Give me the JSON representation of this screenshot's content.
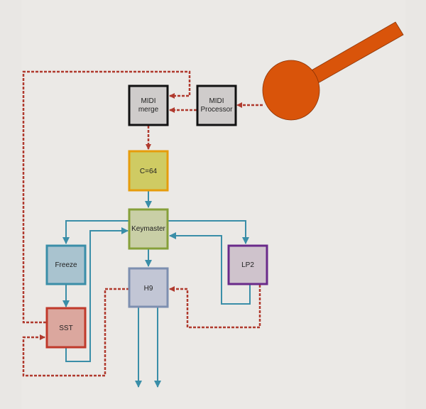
{
  "nodes": {
    "midi_merge": {
      "line1": "MIDI",
      "line2": "merge"
    },
    "midi_processor": {
      "line1": "MIDI",
      "line2": "Processor"
    },
    "c64": {
      "label": "C=64"
    },
    "keymaster": {
      "label": "Keymaster"
    },
    "freeze": {
      "label": "Freeze"
    },
    "h9": {
      "label": "H9"
    },
    "lp2": {
      "label": "LP2"
    },
    "sst": {
      "label": "SST"
    }
  },
  "colors": {
    "midi_line": "#b03a2e",
    "audio_line": "#3a8ea8",
    "pedal": "#d9540a"
  }
}
